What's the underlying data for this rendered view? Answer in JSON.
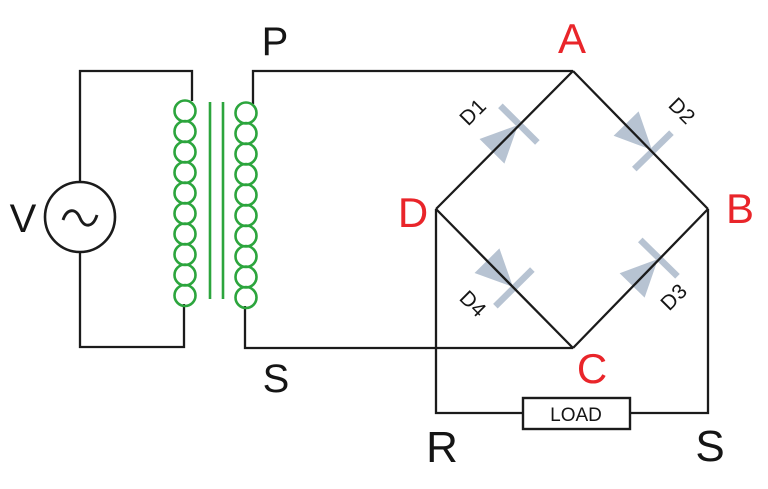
{
  "labels": {
    "source": "V",
    "primary": "P",
    "secondary": "S",
    "node_a": "A",
    "node_b": "B",
    "node_c": "C",
    "node_d": "D",
    "diode_1": "D1",
    "diode_2": "D2",
    "diode_3": "D3",
    "diode_4": "D4",
    "load": "LOAD",
    "terminal_r": "R",
    "terminal_s": "S"
  },
  "colors": {
    "wire": "#1b1b1b",
    "coil_green": "#2ca53d",
    "node_red": "#e9252a",
    "diode_fill": "#b7c3d2",
    "background": "#ffffff"
  }
}
